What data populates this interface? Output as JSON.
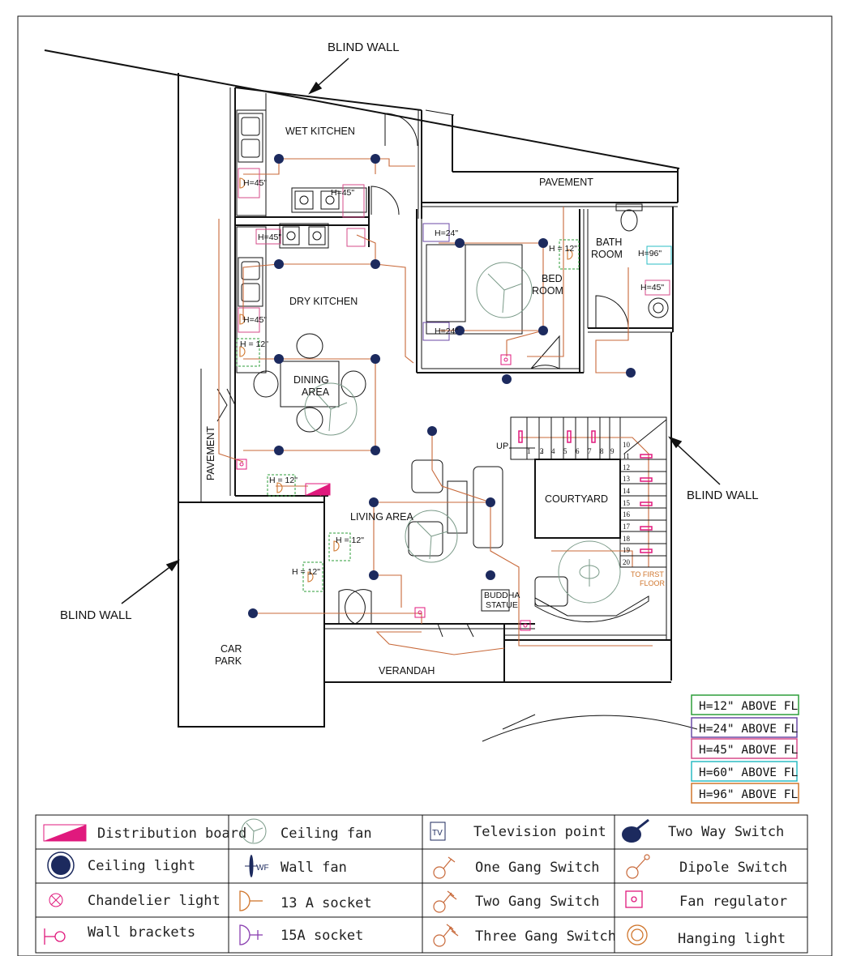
{
  "labels": {
    "blind_wall_top": "BLIND WALL",
    "blind_wall_right": "BLIND WALL",
    "blind_wall_left": "BLIND WALL",
    "wet_kitchen": "WET KITCHEN",
    "dry_kitchen": "DRY KITCHEN",
    "dining_area_1": "DINING",
    "dining_area_2": "AREA",
    "pavement_top": "PAVEMENT",
    "pavement_left": "PAVEMENT",
    "bath_room_1": "BATH",
    "bath_room_2": "ROOM",
    "bed_room_1": "BED",
    "bed_room_2": "ROOM",
    "courtyard": "COURTYARD",
    "living_area": "LIVING AREA",
    "buddha_statue_1": "BUDDHA",
    "buddha_statue_2": "STATUE",
    "car_park_1": "CAR",
    "car_park_2": "PARK",
    "verandah": "VERANDAH",
    "up": "UP",
    "to_first_floor_1": "TO FIRST",
    "to_first_floor_2": "FLOOR"
  },
  "height_marks": {
    "wk_45": "H=45\"",
    "wk_45b": "H=45\"",
    "dk_45a": "H=45\"",
    "dk_45b": "H=45\"",
    "dk_12": "H = 12\"",
    "bed_24a": "H=24\"",
    "bed_24b": "H=24\"",
    "bed_12": "H = 12\"",
    "bath_96": "H=96\"",
    "bath_45": "H=45\"",
    "dine_12": "H = 12\"",
    "living_12a": "H = 12\"",
    "living_12b": "H = 12\""
  },
  "stair_numbers": [
    "1",
    "2",
    "3",
    "4",
    "5",
    "6",
    "7",
    "8",
    "9",
    "10",
    "11",
    "12",
    "13",
    "14",
    "15",
    "16",
    "17",
    "18",
    "19",
    "20"
  ],
  "height_key": [
    {
      "label": "H=12\" ABOVE FL",
      "color": "#2e9d3a"
    },
    {
      "label": "H=24\" ABOVE FL",
      "color": "#6b4aa6"
    },
    {
      "label": "H=45\" ABOVE FL",
      "color": "#d64b8a"
    },
    {
      "label": "H=60\" ABOVE FL",
      "color": "#2bbcc4"
    },
    {
      "label": "H=96\" ABOVE FL",
      "color": "#d0762d"
    }
  ],
  "legend": {
    "distribution_board": "Distribution board",
    "ceiling_fan": "Ceiling fan",
    "television_point": "Television point",
    "two_way_switch": "Two Way Switch",
    "ceiling_light": "Ceiling light",
    "wall_fan": "Wall fan",
    "one_gang_switch": "One Gang Switch",
    "dipole_switch": "Dipole Switch",
    "chandelier_light": "Chandelier light",
    "socket_13a": "13 A socket",
    "two_gang_switch": "Two Gang Switch",
    "fan_regulator": "Fan regulator",
    "wall_brackets": "Wall brackets",
    "socket_15a": "15A socket",
    "three_gang_switch": "Three Gang Switch",
    "hanging_light": "Hanging light",
    "tv_icon_text": "TV",
    "wf_icon_text": "WF"
  },
  "colors": {
    "wire": "#c8693a",
    "light": "#1c2a5e",
    "magenta": "#e0197d",
    "cyan": "#2bbcc4",
    "green": "#2e9d3a"
  }
}
